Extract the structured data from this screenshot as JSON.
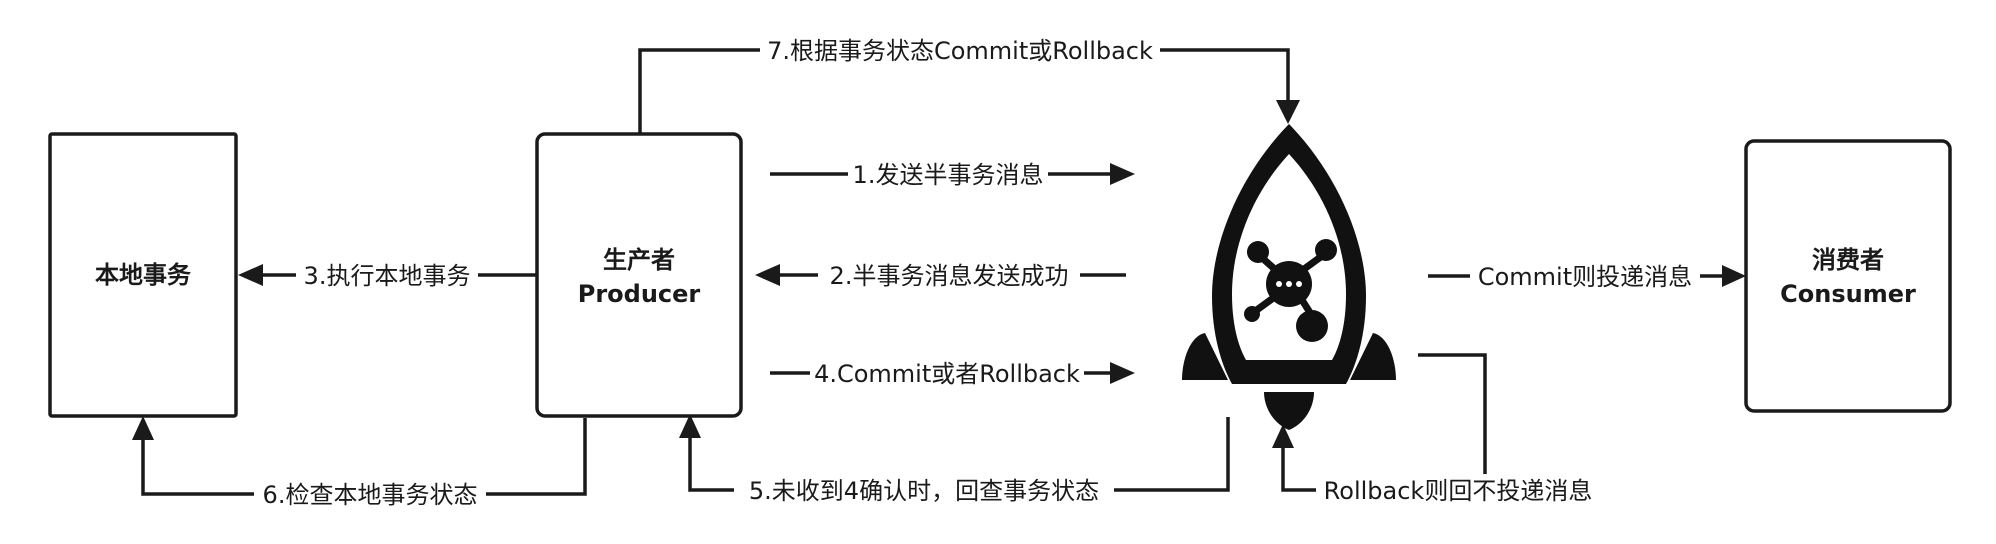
{
  "nodes": {
    "local_tx": {
      "label": "本地事务"
    },
    "producer": {
      "label_cn": "生产者",
      "label_en": "Producer"
    },
    "consumer": {
      "label_cn": "消费者",
      "label_en": "Consumer"
    },
    "broker": {
      "icon": "rocket-icon"
    }
  },
  "edges": {
    "e1": "1.发送半事务消息",
    "e2": "2.半事务消息发送成功",
    "e3": "3.执行本地事务",
    "e4": "4.Commit或者Rollback",
    "e5": "5.未收到4确认时，回查事务状态",
    "e6": "6.检查本地事务状态",
    "e7": "7.根据事务状态Commit或Rollback",
    "commit": "Commit则投递消息",
    "rollback": "Rollback则回不投递消息"
  },
  "colors": {
    "stroke": "#1a1a1a",
    "background": "#ffffff"
  }
}
